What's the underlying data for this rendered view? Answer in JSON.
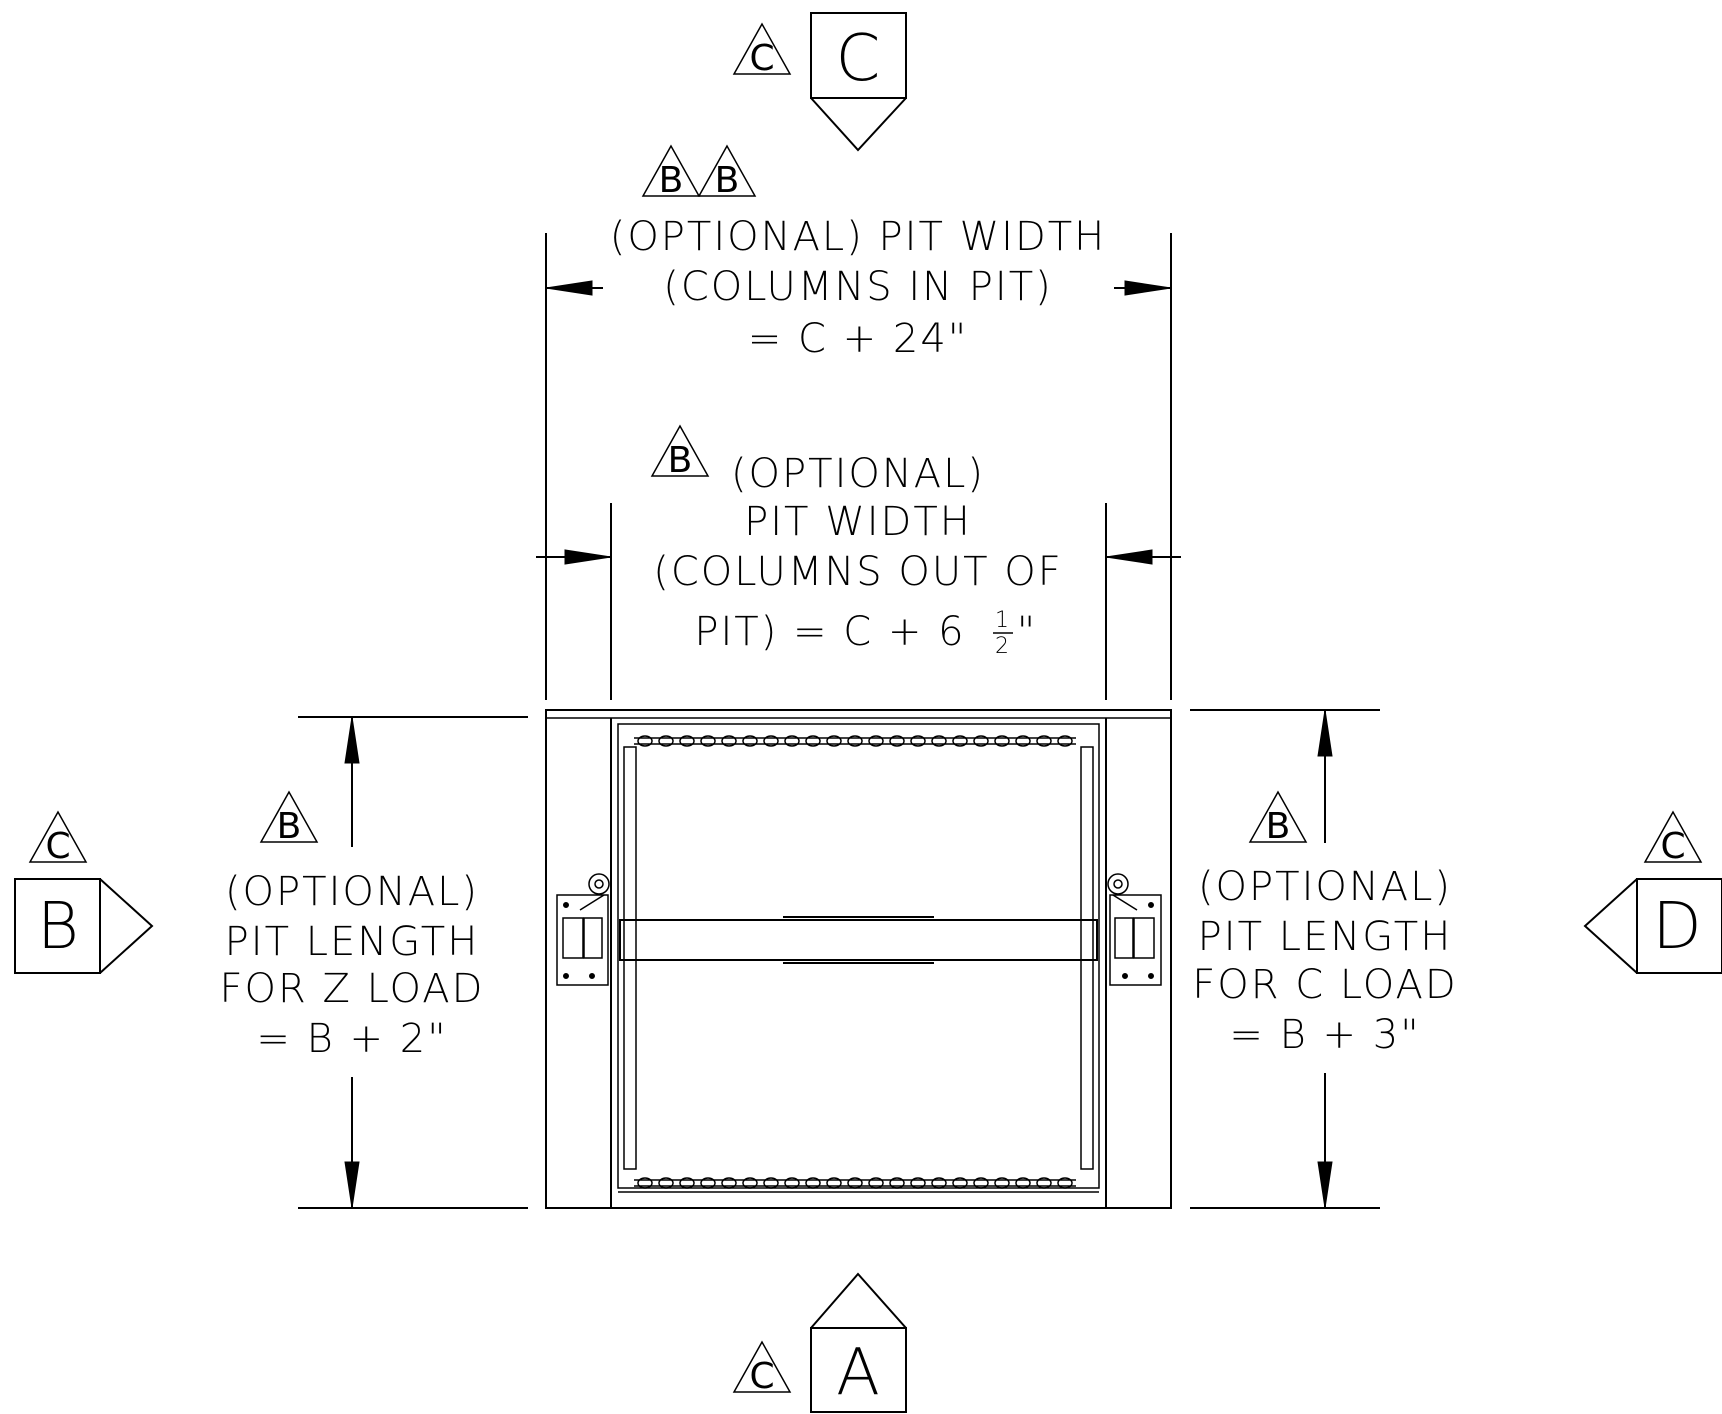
{
  "view_markers": {
    "top": "C",
    "left": "B",
    "right": "D",
    "bottom": "A"
  },
  "revision_marks": {
    "top_view": "C",
    "left_view": "C",
    "right_view": "C",
    "bottom_view": "C",
    "width_in_pit_1": "B",
    "width_in_pit_2": "B",
    "width_out_of_pit": "B",
    "length_z_load": "B",
    "length_c_load": "B"
  },
  "dimensions": {
    "width_columns_in_pit": {
      "line1": "(OPTIONAL) PIT WIDTH",
      "line2": "(COLUMNS IN PIT)",
      "line3": "= C + 24\""
    },
    "width_columns_out_of_pit": {
      "line1": "(OPTIONAL)",
      "line2": "PIT WIDTH",
      "line3": "(COLUMNS OUT OF",
      "line4_prefix": "PIT) = C + 6",
      "fraction_num": "1",
      "fraction_den": "2",
      "line4_suffix": "\""
    },
    "length_z_load": {
      "line1": "(OPTIONAL)",
      "line2": "PIT LENGTH",
      "line3": "FOR Z LOAD",
      "line4": "= B + 2\""
    },
    "length_c_load": {
      "line1": "(OPTIONAL)",
      "line2": "PIT LENGTH",
      "line3": "FOR C LOAD",
      "line4": "= B + 3\""
    }
  }
}
